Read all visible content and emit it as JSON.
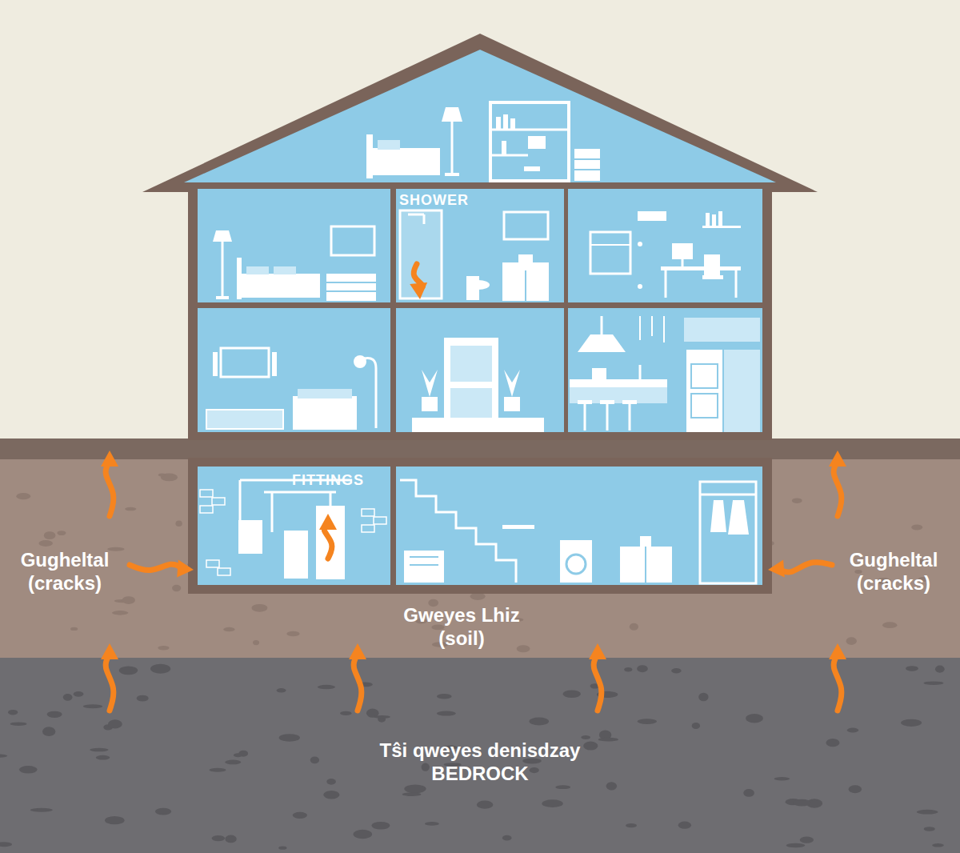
{
  "diagram": {
    "nodes": [
      {
        "text": [
          "SHOWER"
        ]
      },
      {
        "text": [
          "Gweyes Lhiz (soil)"
        ]
      },
      {
        "text": [
          "FITTINGS"
        ],
        "in": 1
      },
      {
        "text": [
          "Tŝi qweyes denisdzay BEDROCK"
        ]
      }
    ],
    "labels": [
      "Gugheltal (cracks)",
      "Gugheltal (cracks)"
    ]
  }
}
